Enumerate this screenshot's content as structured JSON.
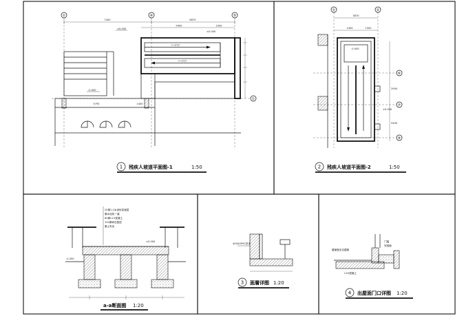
{
  "drawing": {
    "panel1": {
      "number": "1",
      "caption": "残疾人坡道平面图-1",
      "scale": "1:50",
      "axes": [
        "①",
        "④",
        "⑤",
        "①"
      ],
      "dims": [
        "7400",
        "8870",
        "5400",
        "1500",
        "5795",
        "1400"
      ],
      "slopes": [
        "i=1/12",
        "i=1/12"
      ],
      "levels": [
        "±0.000",
        "-0.450",
        "±0.000"
      ]
    },
    "panel2": {
      "number": "2",
      "caption": "残疾人坡道平面图-2",
      "scale": "1:50",
      "axes": [
        "①",
        "②",
        "⑥",
        "⑦",
        "⑧"
      ],
      "dims": [
        "3870",
        "1400",
        "1500",
        "2900",
        "5400"
      ],
      "levels": [
        "-0.450",
        "±0.000"
      ]
    },
    "panel3": {
      "title": "a-a断面图",
      "scale": "1:20",
      "notes": [
        "20厚1:2水泥砂浆面层",
        "素水泥浆一道",
        "60厚C15混凝土",
        "150厚碎石垫层",
        "素土夯实"
      ],
      "levels": [
        "±0.000",
        "-0.450"
      ]
    },
    "panel4": {
      "number": "3",
      "title": "面層详图",
      "scale": "1:20",
      "label": "40X40PVC扶手"
    },
    "panel5": {
      "number": "4",
      "title": "出屋面门口详图",
      "scale": "1:20",
      "notes": [
        "屋面做法见建施",
        "门槛",
        "完成面",
        "C20混凝土"
      ]
    }
  }
}
